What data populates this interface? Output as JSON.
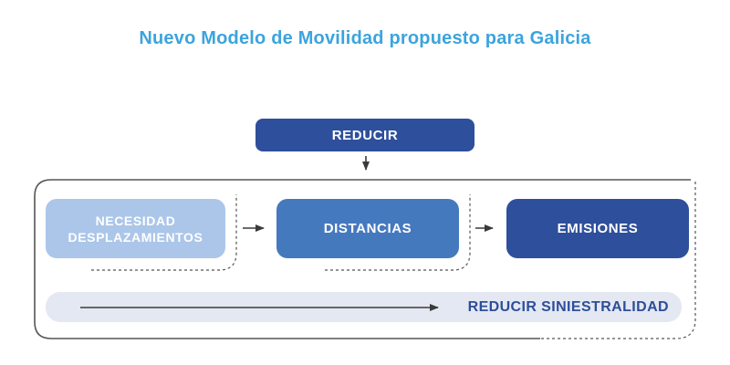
{
  "title": "Nuevo Modelo de Movilidad propuesto para Galicia",
  "flow": {
    "reducir": "REDUCIR",
    "necesidad": {
      "line1": "NECESIDAD",
      "line2": "DESPLAZAMIENTOS"
    },
    "distancias": "DISTANCIAS",
    "emisiones": "EMISIONES",
    "siniestralidad": "REDUCIR SINIESTRALIDAD"
  },
  "colors": {
    "title_blue": "#3ba4de",
    "dark_blue": "#2e4f9b",
    "medium_blue": "#4579be",
    "light_blue": "#abc6e9",
    "pill_background": "#e4e8f2",
    "line_gray": "#555555",
    "arrow_dark": "#3a3a3a"
  }
}
